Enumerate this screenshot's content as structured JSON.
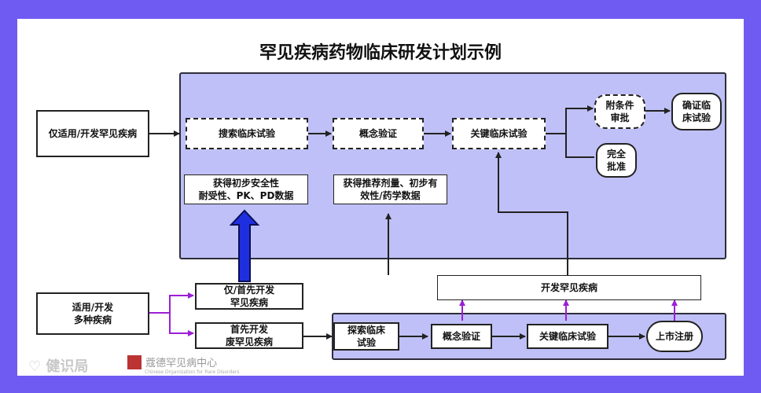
{
  "title": "罕见疾病药物临床研发计划示例",
  "left_inputs": {
    "rare_only": "仅适用/开发罕见疾病",
    "multi": "适用/开发\n多种疾病"
  },
  "top_flow": {
    "search": "搜索临床试验",
    "concept": "概念验证",
    "key": "关键临床试验",
    "conditional": "附条件\n审批",
    "confirm": "确证临\n床试验",
    "full": "完全\n批准",
    "note_safety": "获得初步安全性\n耐受性、PK、PD数据",
    "note_dose": "获得推荐剂量、初步有\n效性/药学数据"
  },
  "branch": {
    "first_rare": "仅/首先开发\n罕见疾病",
    "first_nonrare": "首先开发\n废罕见疾病",
    "develop_rare": "开发罕见疾病"
  },
  "bottom_flow": {
    "explore": "探索临床\n试验",
    "concept": "概念验证",
    "key": "关键临床试验",
    "market": "上市注册"
  },
  "watermarks": {
    "brand1": "健识局",
    "brand2": "蔻德罕见病中心",
    "brand2_en": "Chinese Organization for Rare Disorders"
  },
  "colors": {
    "border": "#6f5bf2",
    "panel": "#bfc0f7",
    "purple_arrow": "#9b1fd6",
    "blue_arrow": "#1f2fe0"
  }
}
